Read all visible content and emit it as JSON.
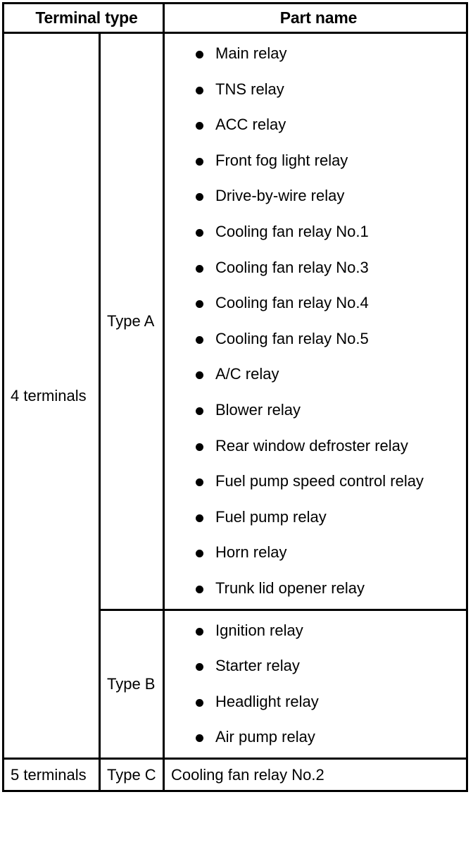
{
  "table": {
    "headers": {
      "terminal_type": "Terminal type",
      "part_name": "Part name"
    },
    "groups": [
      {
        "terminal": "4 terminals",
        "types": [
          {
            "type_label": "Type A",
            "bulleted": true,
            "parts": [
              "Main relay",
              "TNS relay",
              "ACC relay",
              "Front fog light relay",
              "Drive-by-wire relay",
              "Cooling fan relay No.1",
              "Cooling fan relay No.3",
              "Cooling fan relay No.4",
              "Cooling fan relay No.5",
              "A/C relay",
              "Blower relay",
              "Rear window defroster relay",
              "Fuel pump speed control relay",
              "Fuel pump relay",
              "Horn relay",
              "Trunk lid opener relay"
            ]
          },
          {
            "type_label": "Type B",
            "bulleted": true,
            "parts": [
              "Ignition relay",
              "Starter relay",
              "Headlight relay",
              "Air pump relay"
            ]
          }
        ]
      },
      {
        "terminal": "5 terminals",
        "types": [
          {
            "type_label": "Type C",
            "bulleted": false,
            "parts": [
              "Cooling fan relay No.2"
            ]
          }
        ]
      }
    ]
  },
  "style": {
    "border_color": "#000000",
    "text_color": "#000000",
    "background": "#ffffff"
  }
}
